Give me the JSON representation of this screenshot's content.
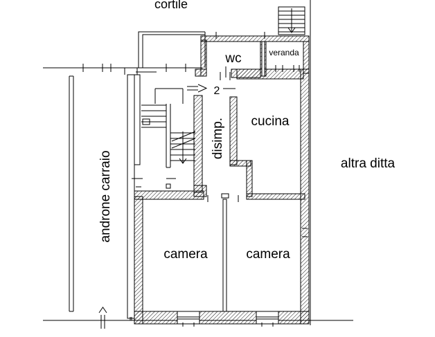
{
  "labels": {
    "courtyard": "cortile",
    "wc": "wc",
    "veranda": "veranda",
    "stair_number": "2",
    "kitchen": "cucina",
    "landing": "disimp.",
    "neighbour": "altra ditta",
    "driveway": "androne carraio",
    "room_left": "camera",
    "room_right": "camera"
  },
  "colors": {
    "line": "#000000",
    "background": "#ffffff"
  }
}
